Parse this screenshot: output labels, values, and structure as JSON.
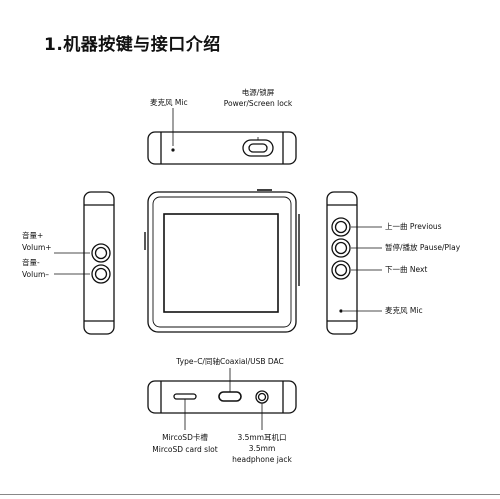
{
  "title": "1.机器按键与接口介绍",
  "top_view": {
    "mic_label": "麦克风 Mic",
    "power_label_cn": "电源/锁屏",
    "power_label_en": "Power/Screen lock"
  },
  "left_view": {
    "vol_up_cn": "音量+",
    "vol_up_en": "Volum+",
    "vol_down_cn": "音量-",
    "vol_down_en": "Volum–"
  },
  "right_view": {
    "previous": "上一曲 Previous",
    "pause_play": "暂停/播放 Pause/Play",
    "next": "下一曲 Next",
    "mic": "麦克风 Mic"
  },
  "bottom_view": {
    "typec_label": "Type–C/同轴Coaxial/USB DAC",
    "sd_cn": "MircoSD卡槽",
    "sd_en": "MircoSD card slot",
    "jack_cn": "3.5mm耳机口",
    "jack_mm": "3.5mm",
    "jack_en": "headphone jack"
  }
}
